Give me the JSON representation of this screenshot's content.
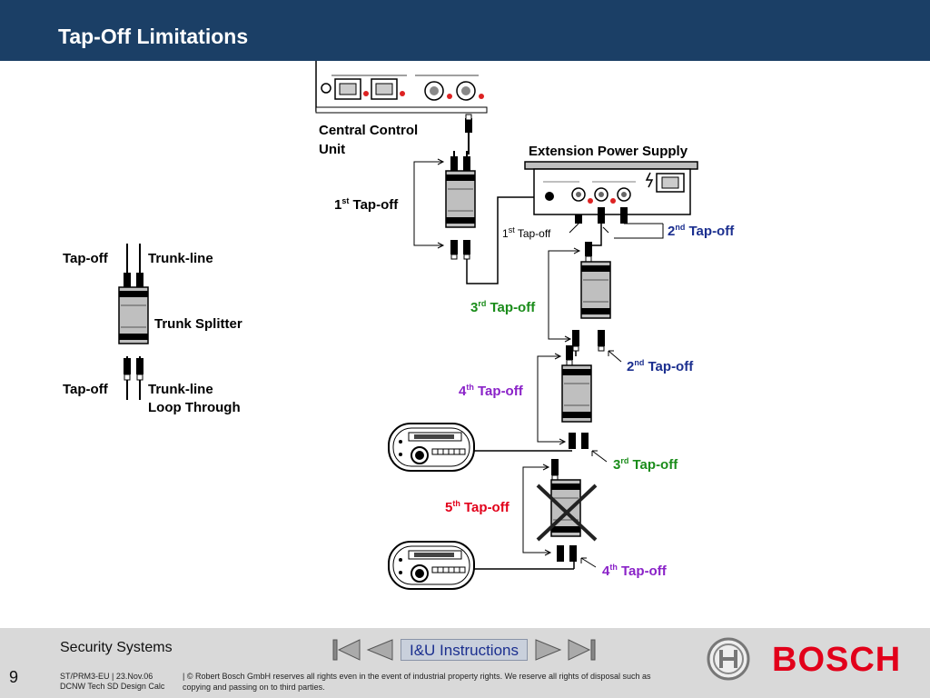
{
  "header": {
    "title": "Tap-Off Limitations"
  },
  "legend": {
    "tapoff_top": "Tap-off",
    "trunk_top": "Trunk-line",
    "splitter": "Trunk Splitter",
    "tapoff_bottom": "Tap-off",
    "trunk_bottom_1": "Trunk-line",
    "trunk_bottom_2": "Loop Through"
  },
  "ccu": {
    "label_1": "Central Control",
    "label_2": "Unit"
  },
  "eps": {
    "label": "Extension Power Supply"
  },
  "tapoffs": {
    "t1": {
      "num": "1",
      "sup": "st",
      "text": " Tap-off"
    },
    "t1_small": {
      "num": "1",
      "sup": "st",
      "text": " Tap-off"
    },
    "t2a": {
      "num": "2",
      "sup": "nd",
      "text": " Tap-off"
    },
    "t3a": {
      "num": "3",
      "sup": "rd",
      "text": " Tap-off"
    },
    "t2b": {
      "num": "2",
      "sup": "nd",
      "text": " Tap-off"
    },
    "t4a": {
      "num": "4",
      "sup": "th",
      "text": " Tap-off"
    },
    "t3b": {
      "num": "3",
      "sup": "rd",
      "text": " Tap-off"
    },
    "t5": {
      "num": "5",
      "sup": "th",
      "text": " Tap-off"
    },
    "t4b": {
      "num": "4",
      "sup": "th",
      "text": " Tap-off"
    }
  },
  "colors": {
    "header_bg": "#1b3f66",
    "blue": "#1b2f8f",
    "green": "#1a8c1a",
    "purple": "#8a22c8",
    "red": "#e2001a"
  },
  "footer": {
    "brand": "Security Systems",
    "page_number": "9",
    "meta_line1": "ST/PRM3-EU | 23.Nov.06",
    "meta_line2": "DCNW Tech SD Design Calc",
    "copyright": "| © Robert Bosch GmbH reserves all rights even in the event of industrial property rights. We reserve all rights of disposal such as copying and passing on to third parties.",
    "nav_label": "I&U Instructions",
    "logo_text": "BOSCH"
  }
}
